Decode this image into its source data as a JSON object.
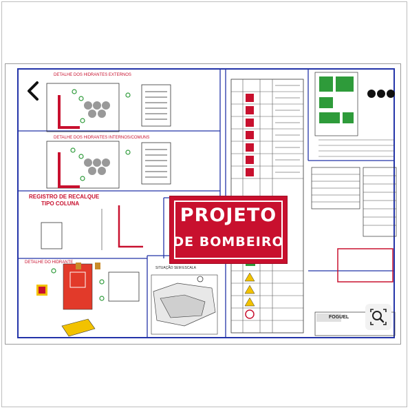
{
  "drawing": {
    "stamp": {
      "line1": "PROJETO",
      "line2": "DE BOMBEIRO"
    },
    "sections": {
      "hydrant_external": "DETALHE DOS HIDRANTES EXTERNOS",
      "hydrant_internal": "DETALHE DOS HIDRANTES INTERNOS/COMUNS",
      "register_title": "REGISTRO DE RECALQUE",
      "register_subtitle": "TIPO COLUNA",
      "hydrant_detail": "DETALHE DO HIDRANTE",
      "situation": "SITUAÇÃO SEM ESCALA"
    },
    "title_block": {
      "company": "FOGUEL"
    }
  },
  "controls": {
    "back_icon": "chevron-left-icon",
    "zoom_icon": "zoom-search-icon"
  },
  "colors": {
    "accent": "#c8102e",
    "frame_blue": "#2233a8",
    "sign_green": "#2e9b3a",
    "sign_yellow": "#f2c200"
  }
}
